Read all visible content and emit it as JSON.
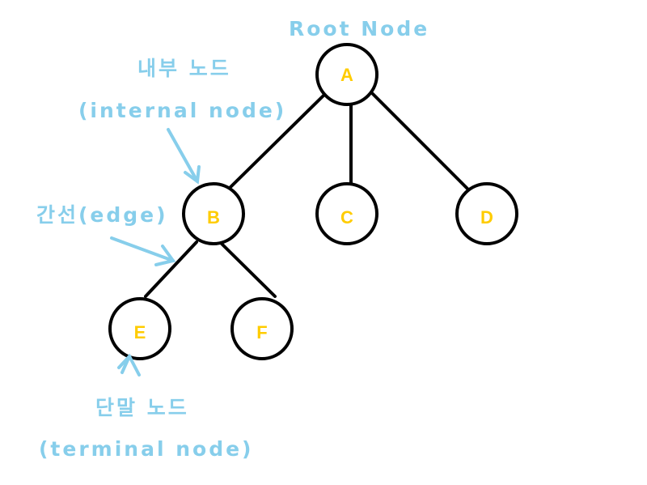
{
  "colors": {
    "annotation": "#87ceeb",
    "node_label": "#ffcc00",
    "stroke": "#000000",
    "background": "#ffffff"
  },
  "annotations": {
    "root": "Root Node",
    "internal_ko": "내부 노드",
    "internal_en": "(internal node)",
    "edge": "간선(edge)",
    "terminal_ko": "단말 노드",
    "terminal_en": "(terminal node)"
  },
  "nodes": [
    {
      "id": "A",
      "label": "A"
    },
    {
      "id": "B",
      "label": "B"
    },
    {
      "id": "C",
      "label": "C"
    },
    {
      "id": "D",
      "label": "D"
    },
    {
      "id": "E",
      "label": "E"
    },
    {
      "id": "F",
      "label": "F"
    }
  ],
  "edges": [
    {
      "from": "A",
      "to": "B"
    },
    {
      "from": "A",
      "to": "C"
    },
    {
      "from": "A",
      "to": "D"
    },
    {
      "from": "B",
      "to": "E"
    },
    {
      "from": "B",
      "to": "F"
    }
  ]
}
